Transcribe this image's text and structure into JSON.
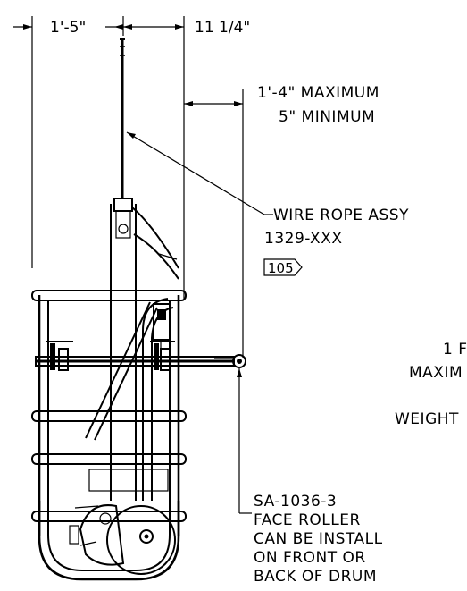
{
  "drawing": {
    "dimensions": {
      "width_left": "1'-5\"",
      "width_right": "11 1/4\"",
      "offset_max": "1'-4\" MAXIMUM",
      "offset_min": "5\" MINIMUM"
    },
    "callouts": {
      "wire_rope_line1": "WIRE ROPE ASSY",
      "wire_rope_line2": "1329-XXX",
      "ref_tag": "105",
      "roller_line1": "SA-1036-3",
      "roller_line2": "FACE ROLLER",
      "roller_line3": "CAN BE INSTALL",
      "roller_line4": "ON FRONT OR",
      "roller_line5": "BACK OF DRUM"
    },
    "clipped_notes": {
      "line1": "1 F",
      "line2": "MAXIM",
      "line3": "WEIGHT"
    }
  }
}
